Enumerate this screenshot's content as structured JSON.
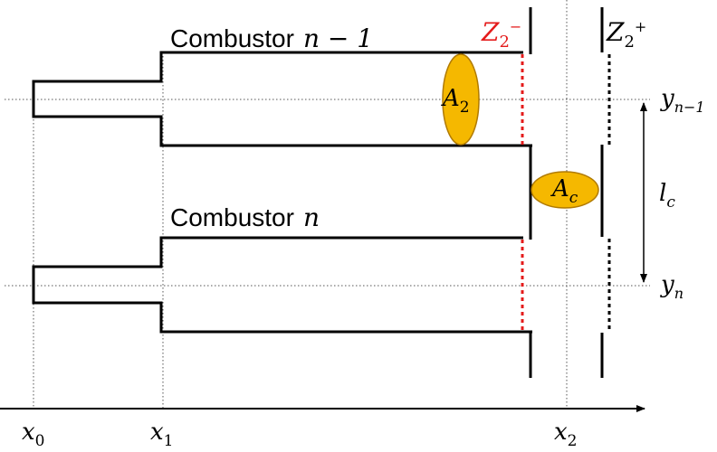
{
  "labels": {
    "combustor_upper": "Combustor",
    "combustor_upper_math": "n − 1",
    "combustor_lower": "Combustor",
    "combustor_lower_math": "n",
    "z2_minus_main": "Z",
    "z2_minus_sub": "2",
    "z2_minus_sup": "−",
    "z2_plus_main": "Z",
    "z2_plus_sub": "2",
    "z2_plus_sup": "+",
    "a2_main": "A",
    "a2_sub": "2",
    "ac_main": "A",
    "ac_sub": "c",
    "y_upper_main": "y",
    "y_upper_sub": "n−1",
    "y_lower_main": "y",
    "y_lower_sub": "n",
    "lc_main": "l",
    "lc_sub": "c",
    "x0_main": "x",
    "x0_sub": "0",
    "x1_main": "x",
    "x1_sub": "1",
    "x2_main": "x",
    "x2_sub": "2"
  },
  "colors": {
    "ellipse_fill": "#f5b800",
    "ellipse_stroke": "#b07a00",
    "z2_minus": "#e41b1b",
    "outline": "#000000"
  }
}
